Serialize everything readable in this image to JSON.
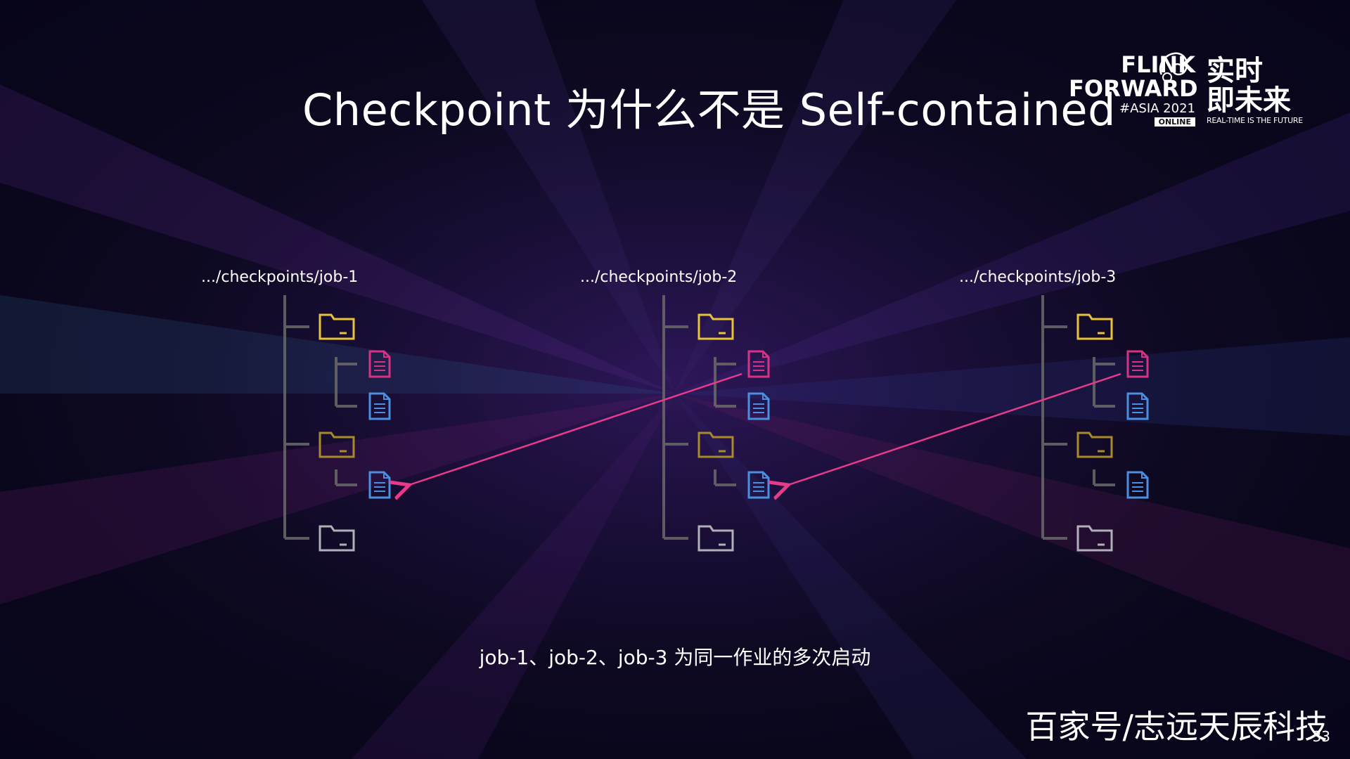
{
  "slide": {
    "title": "Checkpoint 为什么不是 Self-contained",
    "caption": "job-1、job-2、job-3 为同一作业的多次启动",
    "page_number": "33"
  },
  "logo": {
    "line1": "FLINK",
    "line2": "FORWARD",
    "hash": "#",
    "event": "ASIA 2021",
    "badge": "ONLINE",
    "cn_line1": "实时",
    "cn_line2": "即未来",
    "tagline": "REAL-TIME IS THE FUTURE"
  },
  "watermark": "百家号/志远天辰科技",
  "trees": [
    {
      "label": ".../checkpoints/job-1"
    },
    {
      "label": ".../checkpoints/job-2"
    },
    {
      "label": ".../checkpoints/job-3"
    }
  ],
  "colors": {
    "folder_active": "#e8c23a",
    "folder_dim": "#a88a2a",
    "folder_empty": "#b0b0b8",
    "file_pink": "#d63384",
    "file_blue": "#4a8fe0",
    "arrow": "#e83a8a",
    "tree_line": "#6a6a6a"
  },
  "icons": [
    "folder-icon",
    "file-icon",
    "squirrel-icon"
  ]
}
